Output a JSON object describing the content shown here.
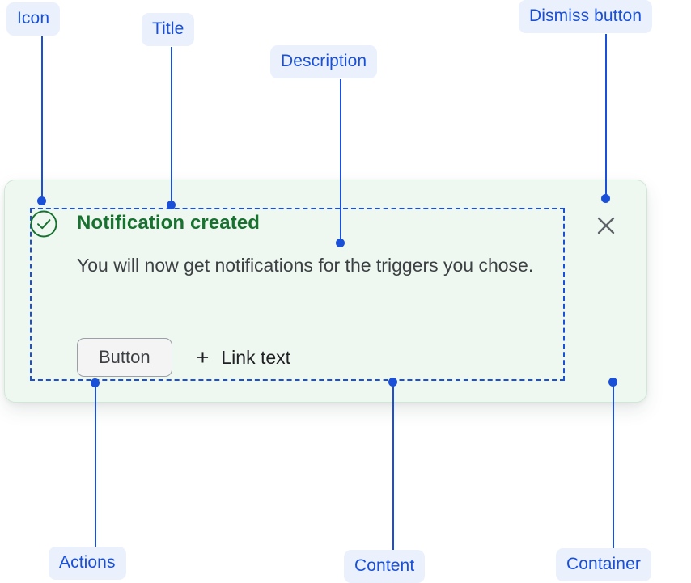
{
  "notification": {
    "title": "Notification created",
    "description": "You will now get notifications for the triggers you chose.",
    "icon": "success-check-circle-icon",
    "dismiss_icon": "close-x-icon",
    "actions": {
      "button_label": "Button",
      "link_icon": "plus-icon",
      "link_label": "Link text"
    },
    "colors": {
      "container_background": "#eef8f1",
      "container_border": "#cfe7d7",
      "title": "#17712f",
      "icon": "#17712f",
      "description": "#3c4043",
      "button_background": "#f4f4f4",
      "button_border": "#9aa0a6",
      "dismiss": "#5f6368"
    }
  },
  "annotations": {
    "accent_color": "#1a50d8",
    "pill_background": "#eaf1fd",
    "callouts": [
      {
        "id": "icon",
        "label": "Icon"
      },
      {
        "id": "title",
        "label": "Title"
      },
      {
        "id": "description",
        "label": "Description"
      },
      {
        "id": "dismiss-button",
        "label": "Dismiss button"
      },
      {
        "id": "actions",
        "label": "Actions"
      },
      {
        "id": "content",
        "label": "Content"
      },
      {
        "id": "container",
        "label": "Container"
      }
    ]
  }
}
